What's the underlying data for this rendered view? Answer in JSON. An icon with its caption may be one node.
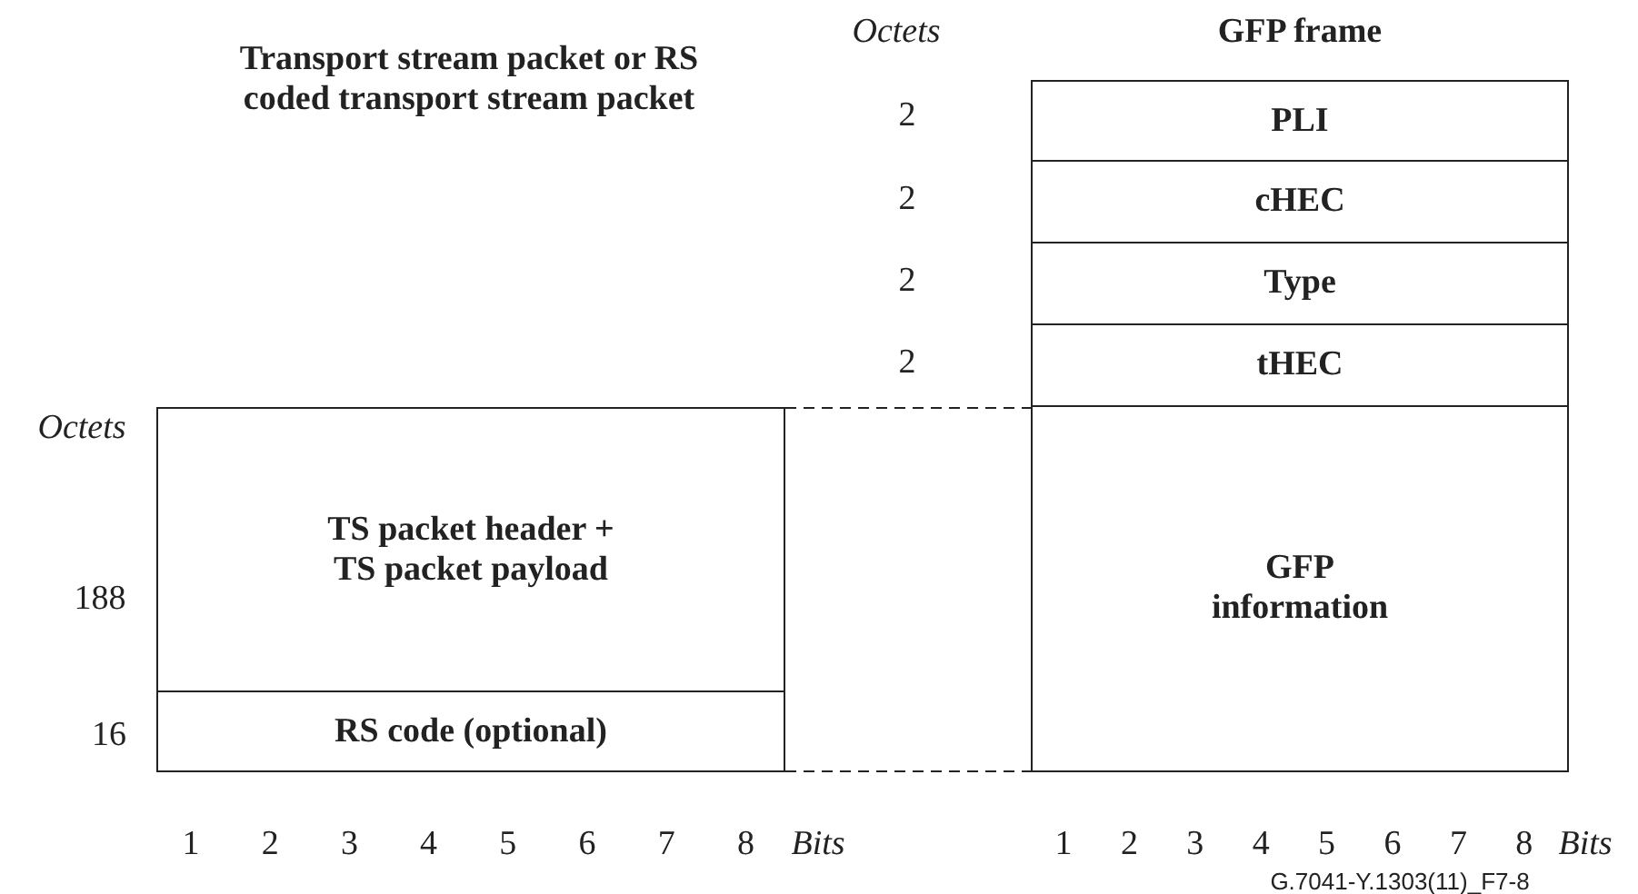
{
  "diagram": {
    "nodes": [
      {
        "text": [
          "TS packet header + TS packet payload"
        ]
      },
      {
        "text": [
          "RS code (optional)"
        ]
      },
      {
        "text": [
          "PLI"
        ]
      },
      {
        "text": [
          "cHEC"
        ]
      },
      {
        "text": [
          "Type"
        ]
      },
      {
        "text": [
          "tHEC"
        ]
      },
      {
        "text": [
          "GFP information"
        ]
      }
    ],
    "edges": [
      {
        "from": 0,
        "to": 6,
        "arrow": "none",
        "style": "dashed"
      },
      {
        "from": 1,
        "to": 6,
        "arrow": "none",
        "style": "dashed"
      }
    ],
    "labels": [
      "Transport stream packet or RS coded transport stream packet",
      "Octets",
      "GFP frame",
      "2",
      "2",
      "2",
      "2",
      "Octets",
      "188",
      "16",
      "1",
      "2",
      "3",
      "4",
      "5",
      "6",
      "7",
      "8",
      "Bits",
      "1",
      "2",
      "3",
      "4",
      "5",
      "6",
      "7",
      "8",
      "Bits",
      "G.7041-Y.1303(11)_F7-8"
    ]
  }
}
